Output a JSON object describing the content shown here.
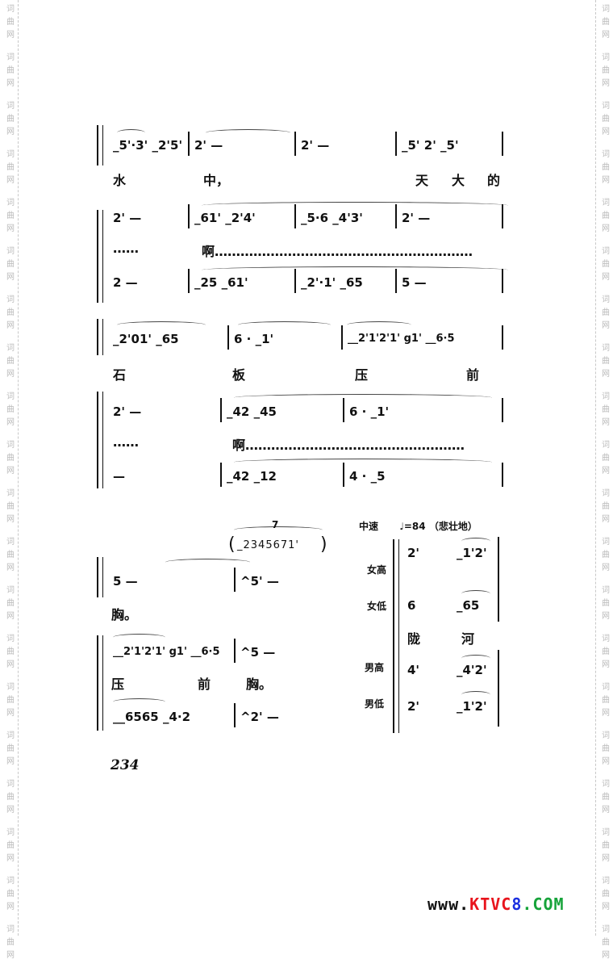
{
  "watermark": "词曲网",
  "page_number": "234",
  "site_logo": {
    "prefix": "www.",
    "brand": "KTVC",
    "digit": "8",
    "suffix": ".COM",
    "colors": {
      "prefix": "#111111",
      "brand": "#e8141c",
      "digit": "#1a2fe0",
      "suffix": "#16a33a"
    }
  },
  "systems": [
    {
      "rows": [
        {
          "kind": "notes",
          "measures": [
            "_5'·3' _2'5'",
            "2' —",
            "2' —",
            "_5' 2' _5'"
          ]
        },
        {
          "kind": "lyrics",
          "syllables": [
            "水",
            "中，",
            "天",
            "大",
            "的"
          ]
        },
        {
          "kind": "notes",
          "measures": [
            "2' —",
            "_61' _2'4'",
            "_5·6 _4'3'",
            "2' —"
          ]
        },
        {
          "kind": "lyrics",
          "syllables": [
            "……",
            "啊……………………………………………………"
          ]
        },
        {
          "kind": "notes",
          "measures": [
            "2 —",
            "_25 _61'",
            "_2'·1' _65",
            "5 —"
          ]
        }
      ]
    },
    {
      "rows": [
        {
          "kind": "notes",
          "measures": [
            "_2'01' _65",
            "6 · _1'",
            "__2'1'2'1' g1' __6·5"
          ]
        },
        {
          "kind": "lyrics",
          "syllables": [
            "石",
            "板",
            "压",
            "前"
          ]
        },
        {
          "kind": "notes",
          "measures": [
            "2' —",
            "_42 _45",
            "6 · _1'"
          ]
        },
        {
          "kind": "lyrics",
          "syllables": [
            "……",
            "啊……………………………………………"
          ]
        },
        {
          "kind": "notes",
          "measures": [
            "— ",
            "_42 _12",
            "4 · _5"
          ]
        }
      ]
    },
    {
      "rows": [
        {
          "kind": "notes",
          "measures": [
            "5 —",
            "^5' —"
          ]
        },
        {
          "kind": "lyrics",
          "syllables": [
            "胸。"
          ]
        },
        {
          "kind": "notes",
          "measures": [
            "__2'1'2'1' g1' __6·5",
            "^5 —"
          ]
        },
        {
          "kind": "lyrics",
          "syllables": [
            "压",
            "前",
            "胸。"
          ]
        },
        {
          "kind": "notes",
          "measures": [
            "__6565 _4·2",
            "^2' —"
          ]
        }
      ]
    }
  ],
  "cadenza": {
    "count": "7",
    "open": "(",
    "notes": "_2345671'",
    "close": ")"
  },
  "tempo": {
    "label": "中速",
    "mark": "♩=84",
    "expression": "（悲壮地）"
  },
  "chorus": {
    "parts": [
      {
        "label": "女高",
        "notes": [
          "2'",
          "_1'2'"
        ]
      },
      {
        "label": "女低",
        "notes": [
          "6",
          "_65"
        ]
      },
      {
        "label": "男高",
        "notes": [
          "4'",
          "_4'2'"
        ]
      },
      {
        "label": "男低",
        "notes": [
          "2'",
          "_1'2'"
        ]
      }
    ],
    "lyrics": [
      "陇",
      "河"
    ]
  }
}
